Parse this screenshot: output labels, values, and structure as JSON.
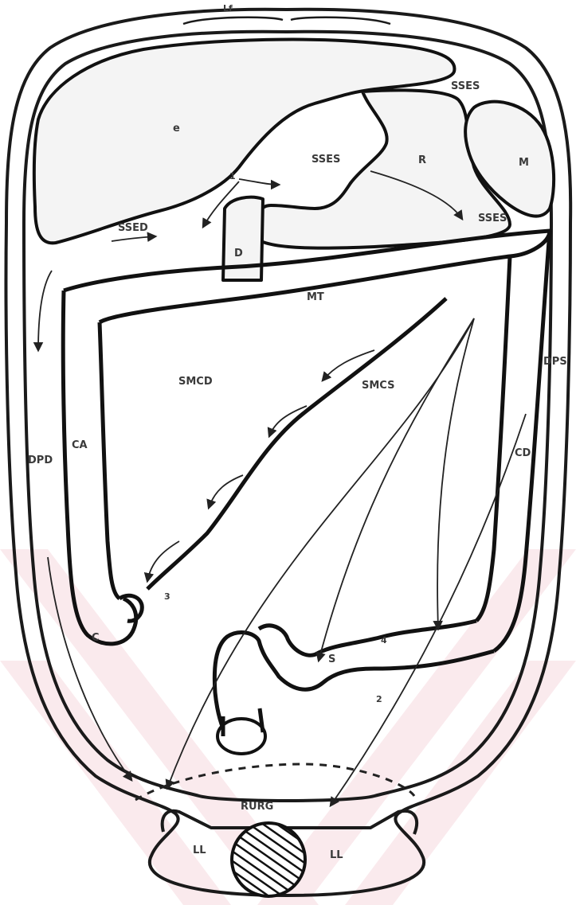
{
  "labels": {
    "lf": "Lf",
    "liver": "e",
    "ssed": "SSED",
    "sses_upper": "SSES",
    "sses_inner": "SSES",
    "sses_left": "SSES",
    "stomach": "R",
    "spleen": "M",
    "duodenum": "D",
    "mt": "MT",
    "smcd": "SMCD",
    "smcs": "SMCS",
    "ca": "CA",
    "cd": "CD",
    "dpd": "DPD",
    "dps": "DPS",
    "cecum": "C",
    "sigmoid": "S",
    "rurg": "RURG",
    "ll_left": "LL",
    "ll_right": "LL",
    "n1": "1",
    "n3": "3",
    "n4": "4",
    "n2": "2"
  },
  "colors": {
    "ink": "#111111",
    "watermark": "#f6d9df"
  }
}
